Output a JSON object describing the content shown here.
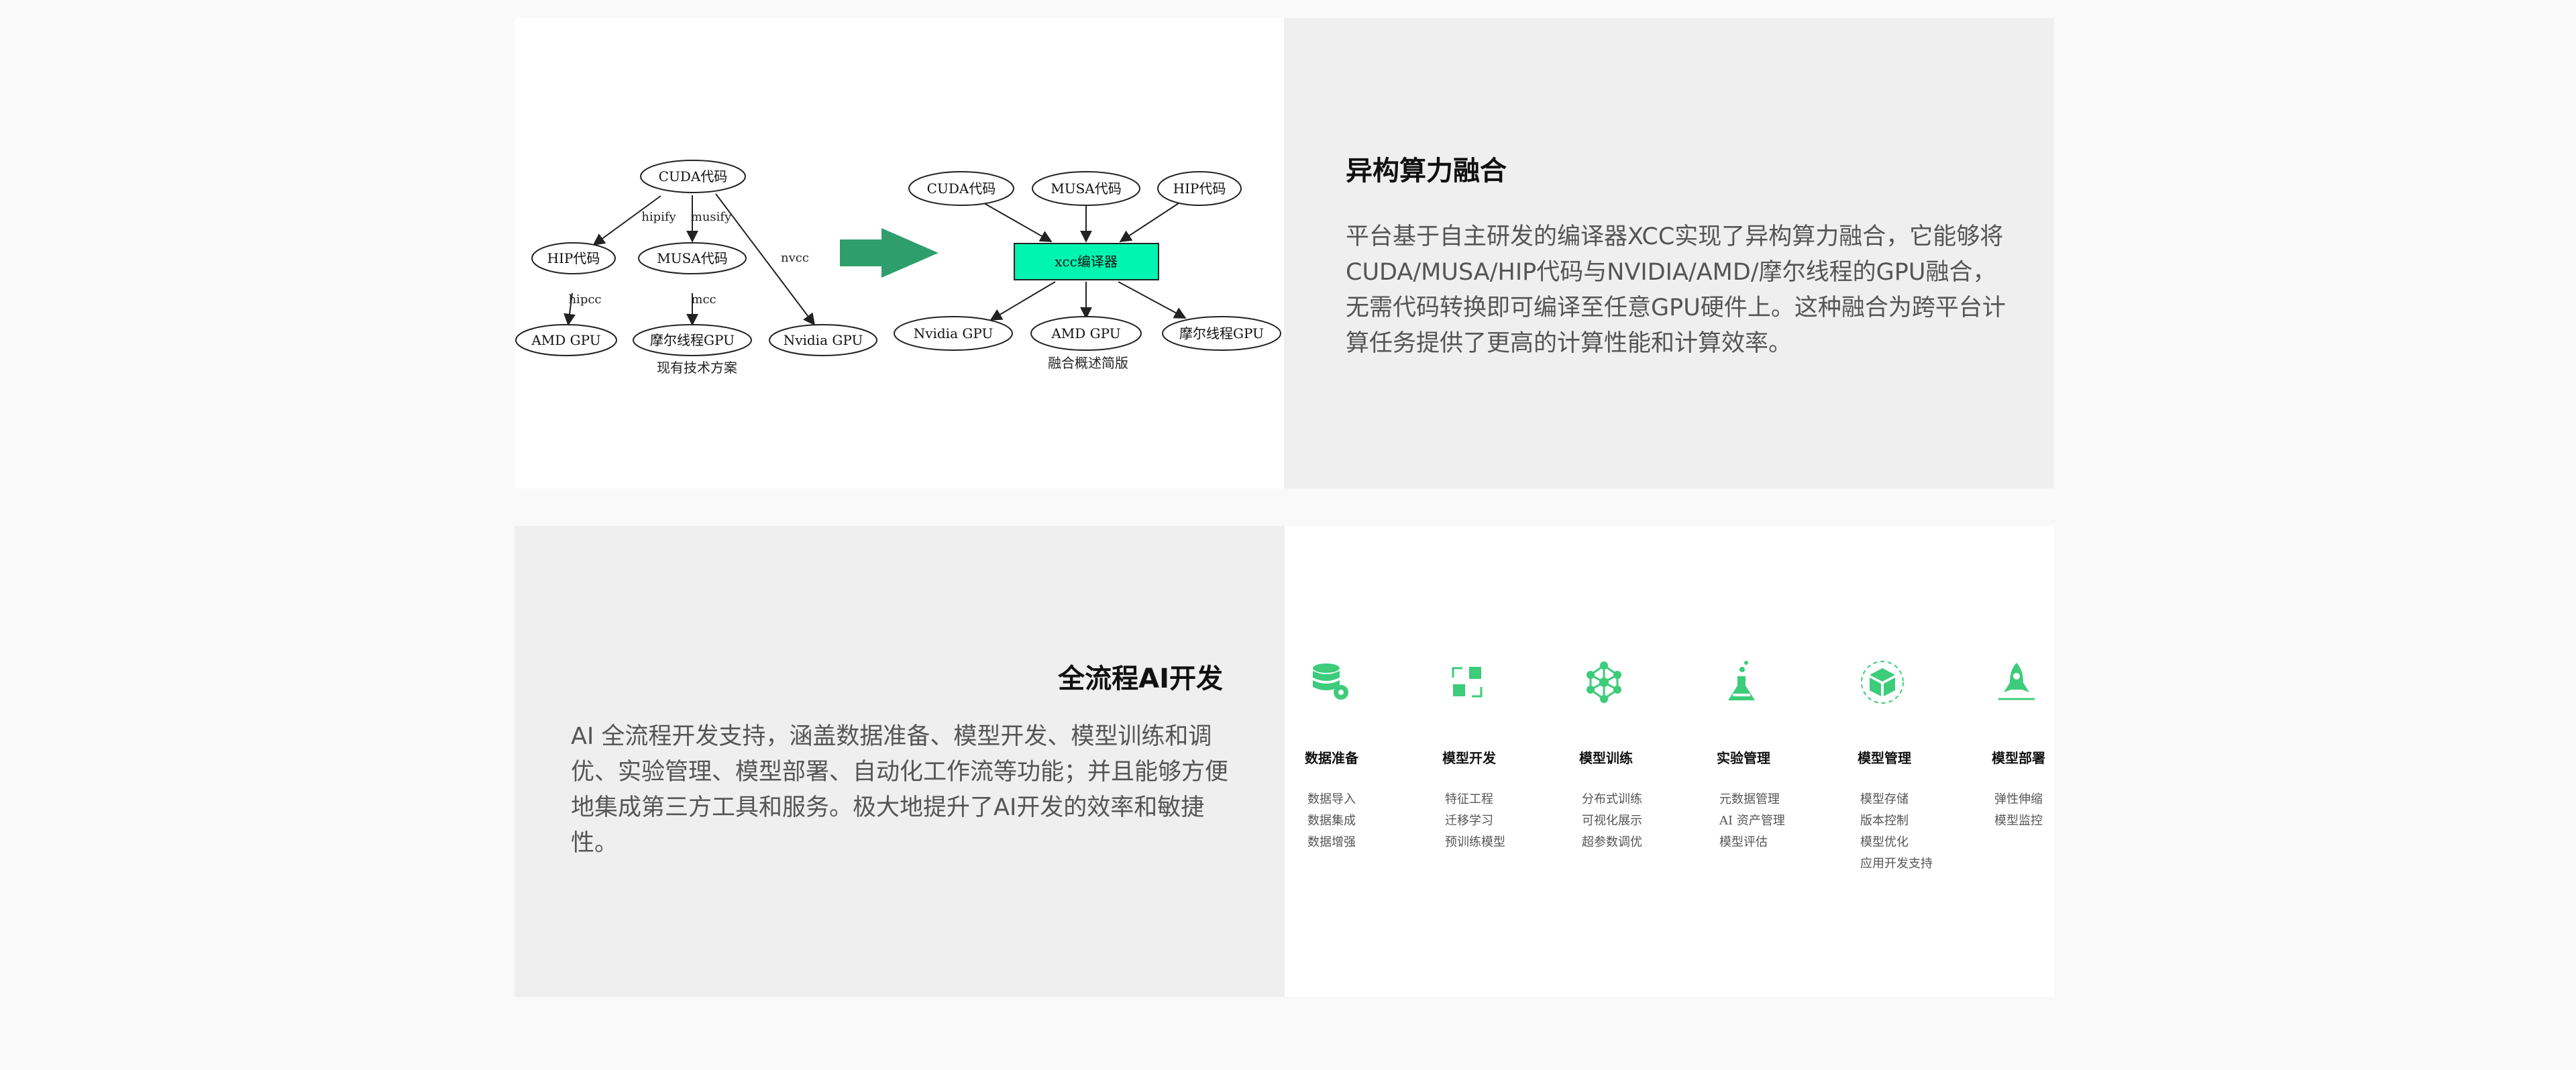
{
  "section1": {
    "title": "异构算力融合",
    "description": "平台基于自主研发的编译器XCC实现了异构算力融合，它能够将CUDA/MUSA/HIP代码与NVIDIA/AMD/摩尔线程的GPU融合，无需代码转换即可编译至任意GPU硬件上。这种融合为跨平台计算任务提供了更高的计算性能和计算效率。",
    "diagram": {
      "existing": {
        "caption": "现有技术方案",
        "nodes": {
          "cuda": "CUDA代码",
          "hip": "HIP代码",
          "musa": "MUSA代码",
          "amd": "AMD GPU",
          "moore": "摩尔线程GPU",
          "nvidia": "Nvidia GPU"
        },
        "edges": {
          "hipify": "hipify",
          "musify": "musify",
          "nvcc": "nvcc",
          "hipcc": "hipcc",
          "mcc": "mcc"
        }
      },
      "fusion": {
        "caption": "融合概述简版",
        "nodes": {
          "cuda": "CUDA代码",
          "musa": "MUSA代码",
          "hip": "HIP代码",
          "xcc": "xcc编译器",
          "nvidia": "Nvidia GPU",
          "amd": "AMD GPU",
          "moore": "摩尔线程GPU"
        }
      },
      "colors": {
        "arrow": "#2e9e6b",
        "xcc": "#00f5b0"
      }
    }
  },
  "section2": {
    "title": "全流程AI开发",
    "description": "AI 全流程开发支持，涵盖数据准备、模型开发、模型训练和调优、实验管理、模型部署、自动化工作流等功能；并且能够方便地集成第三方工具和服务。极大地提升了AI开发的效率和敏捷性。",
    "features": [
      {
        "icon": "database-icon",
        "title": "数据准备",
        "items": [
          "数据导入",
          "数据集成",
          "数据增强"
        ]
      },
      {
        "icon": "blocks-icon",
        "title": "模型开发",
        "items": [
          "特征工程",
          "迁移学习",
          "预训练模型"
        ]
      },
      {
        "icon": "network-icon",
        "title": "模型训练",
        "items": [
          "分布式训练",
          "可视化展示",
          "超参数调优"
        ]
      },
      {
        "icon": "flask-icon",
        "title": "实验管理",
        "items": [
          "元数据管理",
          "AI 资产管理",
          "模型评估"
        ]
      },
      {
        "icon": "cube-icon",
        "title": "模型管理",
        "items": [
          "模型存储",
          "版本控制",
          "模型优化",
          "应用开发支持"
        ]
      },
      {
        "icon": "rocket-icon",
        "title": "模型部署",
        "items": [
          "弹性伸缩",
          "模型监控"
        ]
      }
    ],
    "colors": {
      "icon": "#3ccc7a"
    }
  }
}
